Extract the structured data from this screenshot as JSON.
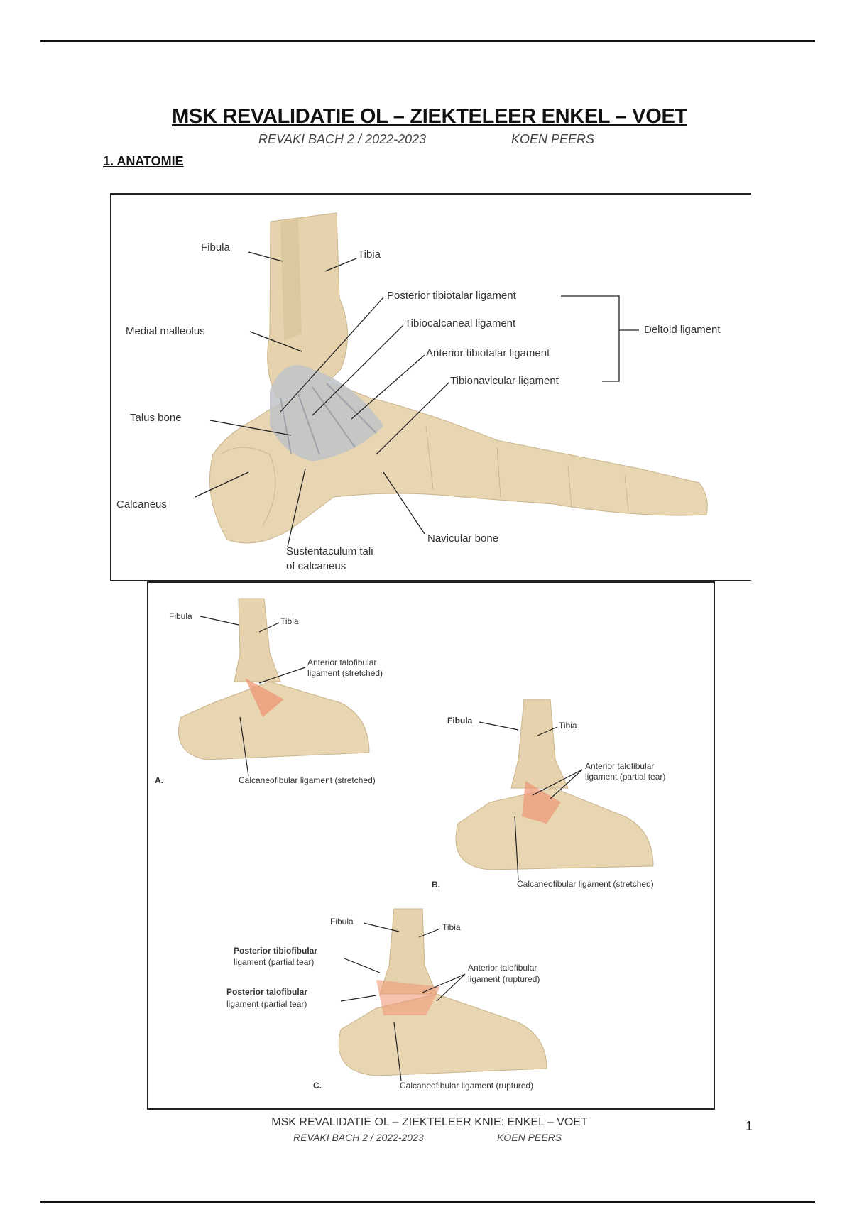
{
  "header": {
    "title": "MSK REVALIDATIE OL – ZIEKTELEER ENKEL – VOET",
    "course": "REVAKI BACH 2 / 2022-2023",
    "author": "KOEN PEERS"
  },
  "section": {
    "heading": "1. ANATOMIE"
  },
  "figure_medial": {
    "labels": {
      "fibula": "Fibula",
      "tibia": "Tibia",
      "posterior_tibiotalar": "Posterior tibiotalar ligament",
      "tibiocalcaneal": "Tibiocalcaneal ligament",
      "anterior_tibiotalar": "Anterior tibiotalar ligament",
      "tibionavicular": "Tibionavicular ligament",
      "deltoid": "Deltoid ligament",
      "medial_malleolus": "Medial malleolus",
      "talus": "Talus bone",
      "calcaneus": "Calcaneus",
      "navicular": "Navicular bone",
      "sustentaculum_1": "Sustentaculum tali",
      "sustentaculum_2": "of calcaneus"
    }
  },
  "figure_sprains": {
    "a": {
      "letter": "A.",
      "fibula": "Fibula",
      "tibia": "Tibia",
      "atfl_1": "Anterior talofibular",
      "atfl_2": "ligament (stretched)",
      "cfl": "Calcaneofibular ligament (stretched)"
    },
    "b": {
      "letter": "B.",
      "fibula": "Fibula",
      "tibia": "Tibia",
      "atfl_1": "Anterior talofibular",
      "atfl_2": "ligament (partial tear)",
      "cfl": "Calcaneofibular ligament (stretched)"
    },
    "c": {
      "letter": "C.",
      "fibula": "Fibula",
      "tibia": "Tibia",
      "ptfl_tib_1": "Posterior tibiofibular",
      "ptfl_tib_2": "ligament (partial tear)",
      "ptfl_1": "Posterior talofibular",
      "ptfl_2": "ligament (partial tear)",
      "atfl_1": "Anterior talofibular",
      "atfl_2": "ligament (ruptured)",
      "cfl": "Calcaneofibular ligament (ruptured)"
    }
  },
  "footer": {
    "title": "MSK REVALIDATIE OL – ZIEKTELEER KNIE: ENKEL – VOET",
    "course": "REVAKI BACH 2 / 2022-2023",
    "author": "KOEN PEERS",
    "page_number": "1"
  },
  "colors": {
    "bone": "#e5d3ae",
    "ligament": "#b9bcc2",
    "injury": "#ee9a78"
  }
}
